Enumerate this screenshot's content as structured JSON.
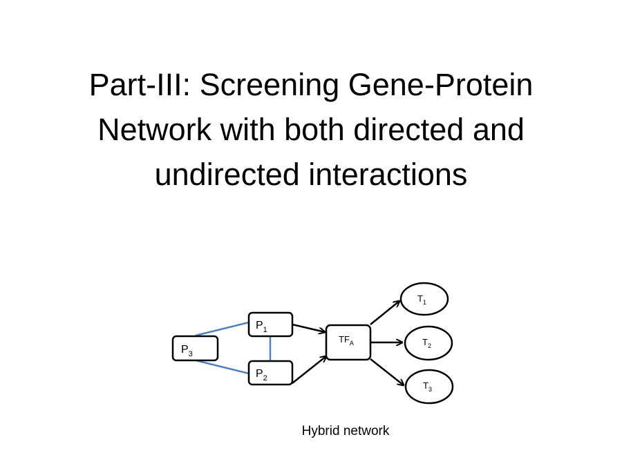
{
  "slide": {
    "title_lines": [
      "Part-III: Screening Gene-Protein",
      "Network with both directed and",
      "undirected interactions"
    ],
    "caption": "Hybrid network"
  },
  "diagram": {
    "nodes": {
      "p3": {
        "base": "P",
        "sub": "3"
      },
      "p1": {
        "base": "P",
        "sub": "1"
      },
      "p2": {
        "base": "P",
        "sub": "2"
      },
      "tfa": {
        "base": "TF",
        "sub": "A"
      },
      "t1": {
        "base": "T",
        "sub": "1"
      },
      "t2": {
        "base": "T",
        "sub": "2"
      },
      "t3": {
        "base": "T",
        "sub": "3"
      }
    },
    "edges": [
      {
        "from": "P3",
        "to": "P1",
        "type": "undirected"
      },
      {
        "from": "P3",
        "to": "P2",
        "type": "undirected"
      },
      {
        "from": "P1",
        "to": "P2",
        "type": "undirected"
      },
      {
        "from": "P1",
        "to": "TFA",
        "type": "directed"
      },
      {
        "from": "P2",
        "to": "TFA",
        "type": "directed"
      },
      {
        "from": "TFA",
        "to": "T1",
        "type": "directed"
      },
      {
        "from": "TFA",
        "to": "T2",
        "type": "directed"
      },
      {
        "from": "TFA",
        "to": "T3",
        "type": "directed"
      }
    ],
    "colors": {
      "undirected_edge": "#4f81bd",
      "directed_edge": "#000000",
      "node_stroke": "#000000"
    }
  }
}
